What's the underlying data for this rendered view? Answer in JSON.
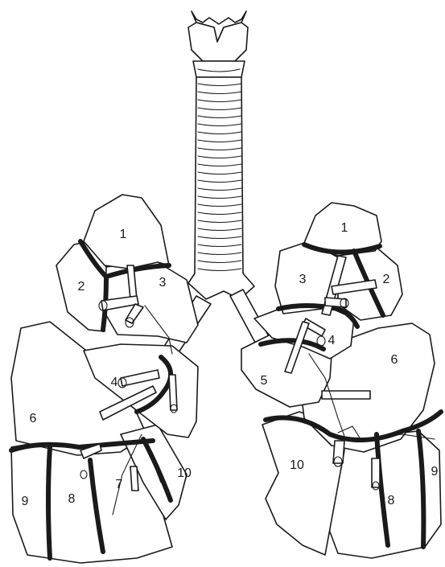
{
  "figure": {
    "right_lung_labels": [
      "1",
      "2",
      "3",
      "4",
      "6",
      "9",
      "8",
      "7",
      "10"
    ],
    "left_lung_labels": [
      "1",
      "2",
      "3",
      "4",
      "5",
      "6",
      "10",
      "8",
      "9"
    ]
  }
}
